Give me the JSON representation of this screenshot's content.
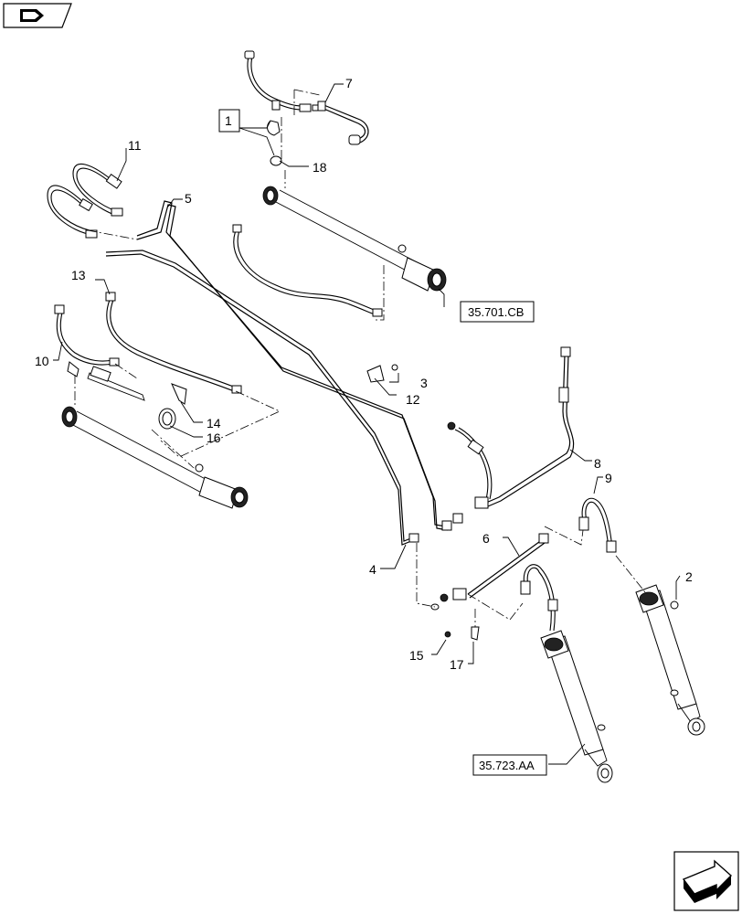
{
  "callouts": {
    "c1": "1",
    "c2": "2",
    "c3": "3",
    "c4": "4",
    "c5": "5",
    "c6": "6",
    "c7": "7",
    "c8": "8",
    "c9": "9",
    "c10": "10",
    "c11": "11",
    "c12": "12",
    "c13": "13",
    "c14": "14",
    "c15": "15",
    "c16": "16",
    "c17": "17",
    "c18": "18"
  },
  "references": {
    "ref_top": "35.701.CB",
    "ref_bottom": "35.723.AA"
  },
  "icons": {
    "top_left": "book-icon",
    "bottom_right": "next-page-arrow-icon"
  }
}
